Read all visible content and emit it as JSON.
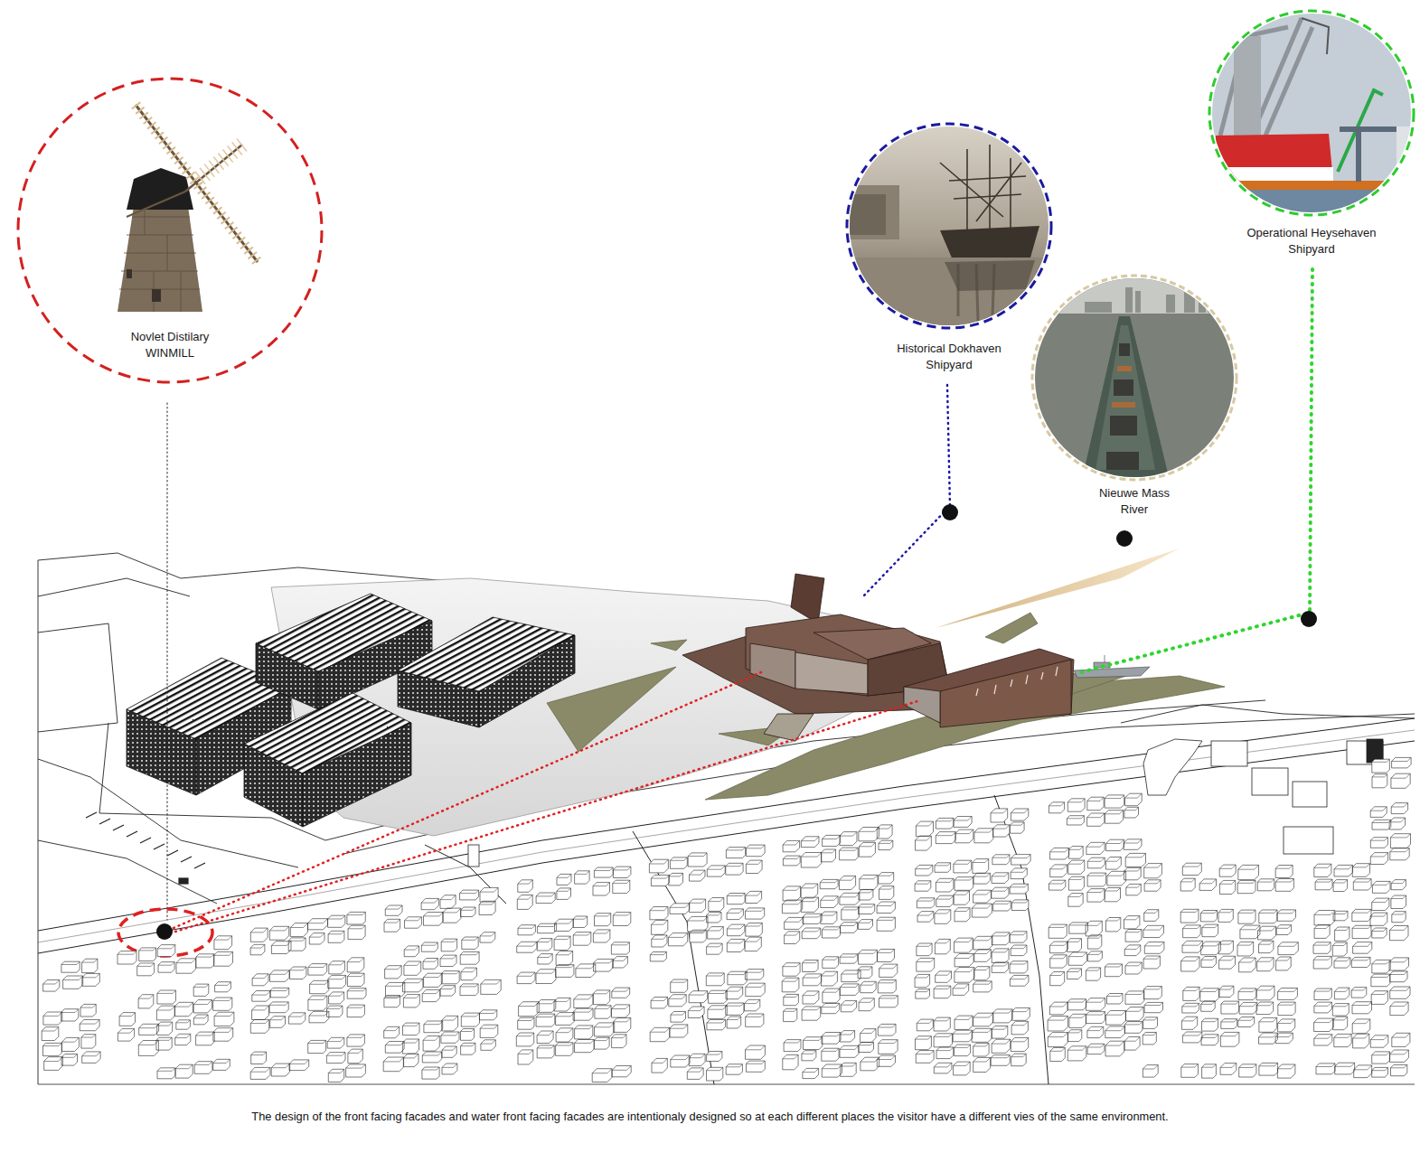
{
  "diagram": {
    "caption": "The design of the front facing facades and water front facing facades are intentionaly designed so at each different places the visitor have a different vies of the same environment.",
    "nodes": [
      {
        "text": [
          "Novlet Distilary WINMILL"
        ]
      },
      {
        "text": [
          "Historical Dokhaven Shipyard"
        ]
      },
      {
        "text": [
          "Nieuwe Mass River"
        ]
      },
      {
        "text": [
          "Operational Heysehaven Shipyard"
        ]
      }
    ]
  }
}
